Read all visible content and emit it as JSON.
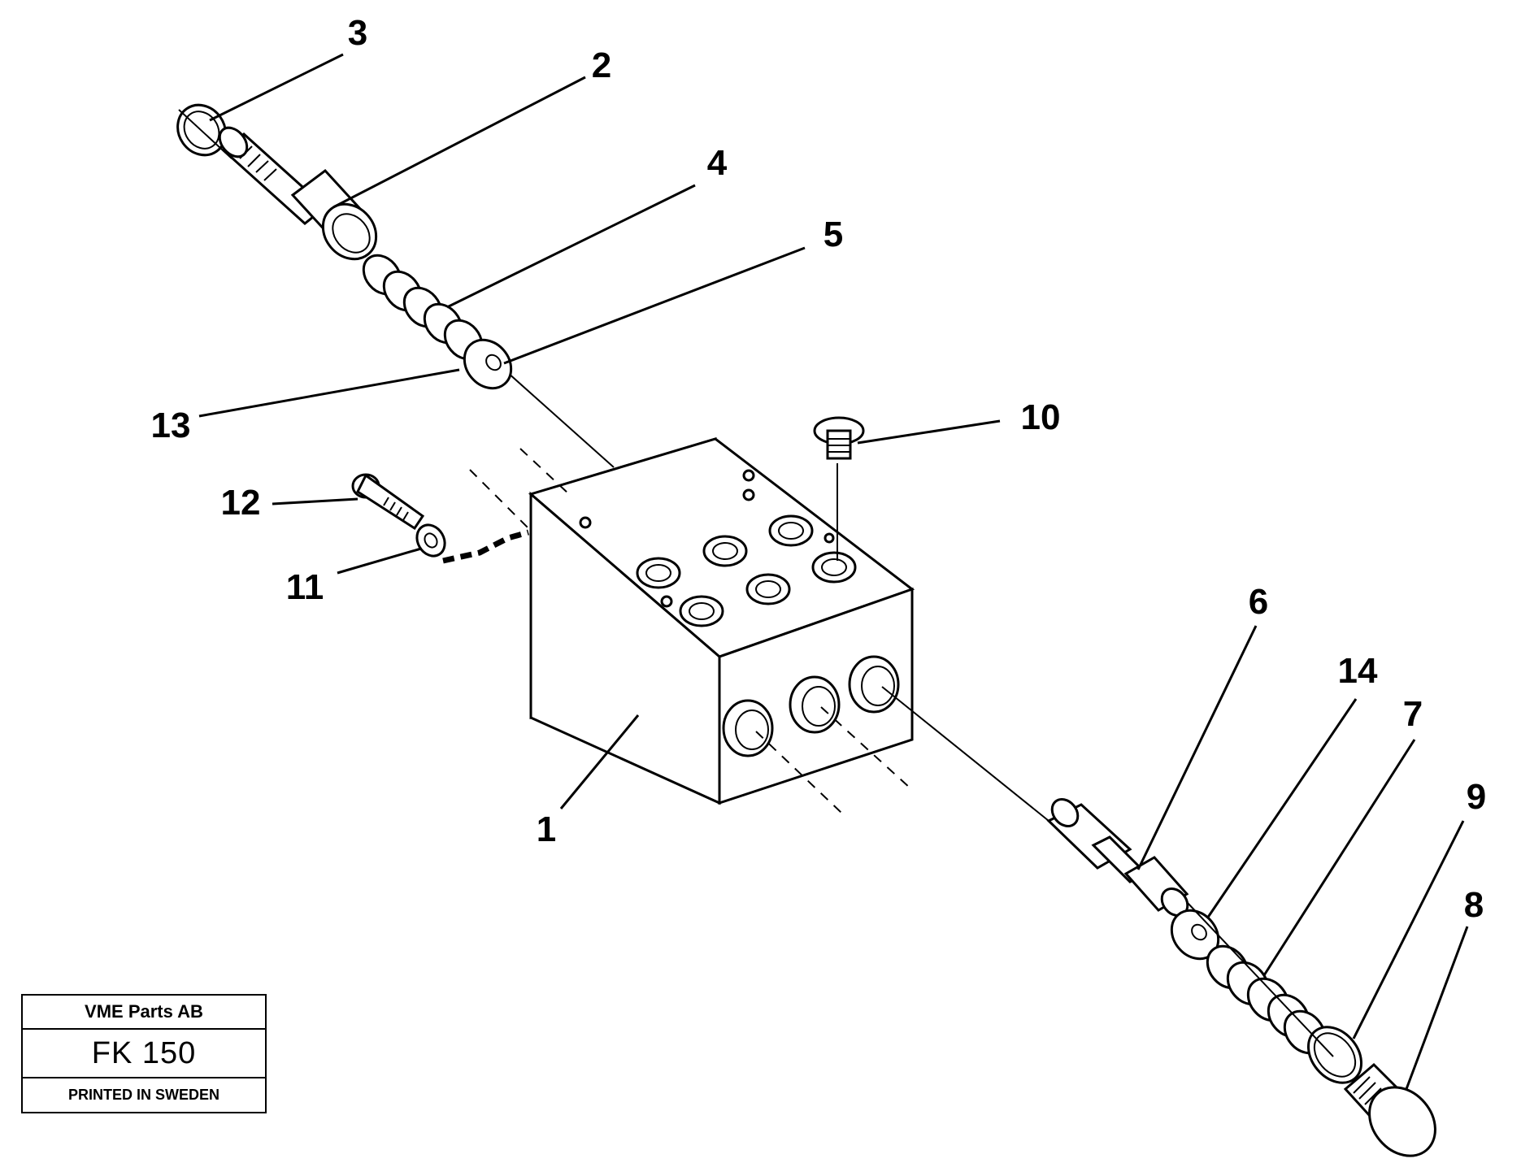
{
  "diagram": {
    "callouts": [
      {
        "id": "1",
        "text": "1"
      },
      {
        "id": "2",
        "text": "2"
      },
      {
        "id": "3",
        "text": "3"
      },
      {
        "id": "4",
        "text": "4"
      },
      {
        "id": "5",
        "text": "5"
      },
      {
        "id": "6",
        "text": "6"
      },
      {
        "id": "7",
        "text": "7"
      },
      {
        "id": "8",
        "text": "8"
      },
      {
        "id": "9",
        "text": "9"
      },
      {
        "id": "10",
        "text": "10"
      },
      {
        "id": "11",
        "text": "11"
      },
      {
        "id": "12",
        "text": "12"
      },
      {
        "id": "13",
        "text": "13"
      },
      {
        "id": "14",
        "text": "14"
      }
    ]
  },
  "title_block": {
    "company": "VME Parts AB",
    "code": "FK 150",
    "printed": "PRINTED IN SWEDEN"
  },
  "colors": {
    "ink": "#000000",
    "paper": "#ffffff"
  }
}
